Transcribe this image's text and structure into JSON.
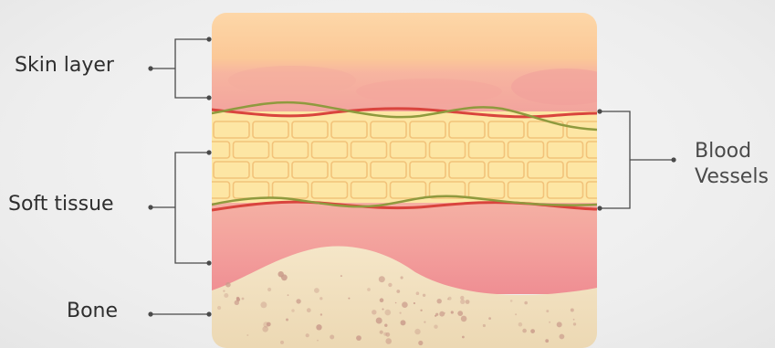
{
  "labels": {
    "skin_layer": "Skin layer",
    "soft_tissue": "Soft tissue",
    "bone": "Bone",
    "blood_line1": "Blood",
    "blood_line2": "Vessels"
  },
  "colors": {
    "skin_top": "#fbcf9f",
    "skin_pink": "#f4a79c",
    "fat": "#fde6a4",
    "fat_outline": "#f2c37a",
    "muscle": "#f3979a",
    "bone": "#f1dfbc",
    "bone_spots": "#c99a8a",
    "vessel_red": "#d9443d",
    "vessel_green": "#8f9a3e",
    "leader_line": "#4a4a4a"
  }
}
